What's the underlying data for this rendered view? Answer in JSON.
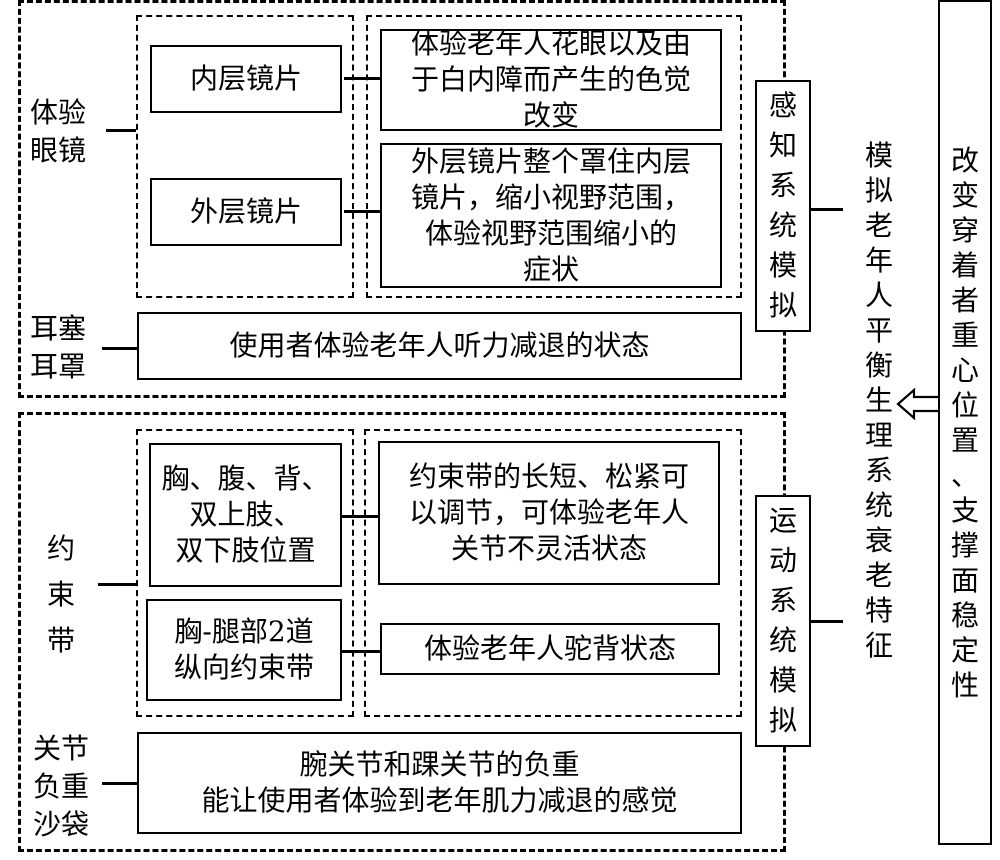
{
  "sensory": {
    "group_label": "感知系统模拟",
    "glasses_label_line1": "体验",
    "glasses_label_line2": "眼镜",
    "inner_lens": "内层镜片",
    "outer_lens": "外层镜片",
    "inner_desc_line1": "体验老年人花眼以及由",
    "inner_desc_line2": "于白内障而产生的色觉",
    "inner_desc_line3": "改变",
    "outer_desc_line1": "外层镜片整个罩住内层",
    "outer_desc_line2": "镜片，缩小视野范围，",
    "outer_desc_line3": "体验视野范围缩小的",
    "outer_desc_line4": "症状",
    "ear_label_line1": "耳塞",
    "ear_label_line2": "耳罩",
    "ear_desc": "使用者体验老年人听力减退的状态"
  },
  "motor": {
    "group_label": "运动系统模拟",
    "strap_label": [
      "约",
      "束",
      "带"
    ],
    "strap_pos_line1": "胸、腹、背、",
    "strap_pos_line2": "双上肢、",
    "strap_pos_line3": "双下肢位置",
    "strap_vert_line1": "胸-腿部2道",
    "strap_vert_line2": "纵向约束带",
    "strap_pos_desc_line1": "约束带的长短、松紧可",
    "strap_pos_desc_line2": "以调节，可体验老年人",
    "strap_pos_desc_line3": "关节不灵活状态",
    "strap_vert_desc": "体验老年人驼背状态",
    "sandbag_label_line1": "关节",
    "sandbag_label_line2": "负重",
    "sandbag_label_line3": "沙袋",
    "sandbag_desc_line1": "腕关节和踝关节的负重",
    "sandbag_desc_line2": "能让使用者体验到老年肌力减退的感觉"
  },
  "center_label": "模拟老年人平衡生理系统衰老特征",
  "right_box": "改变穿着者重心位置、支撑面稳定性",
  "arrow_icon": "hollow-left-arrow"
}
